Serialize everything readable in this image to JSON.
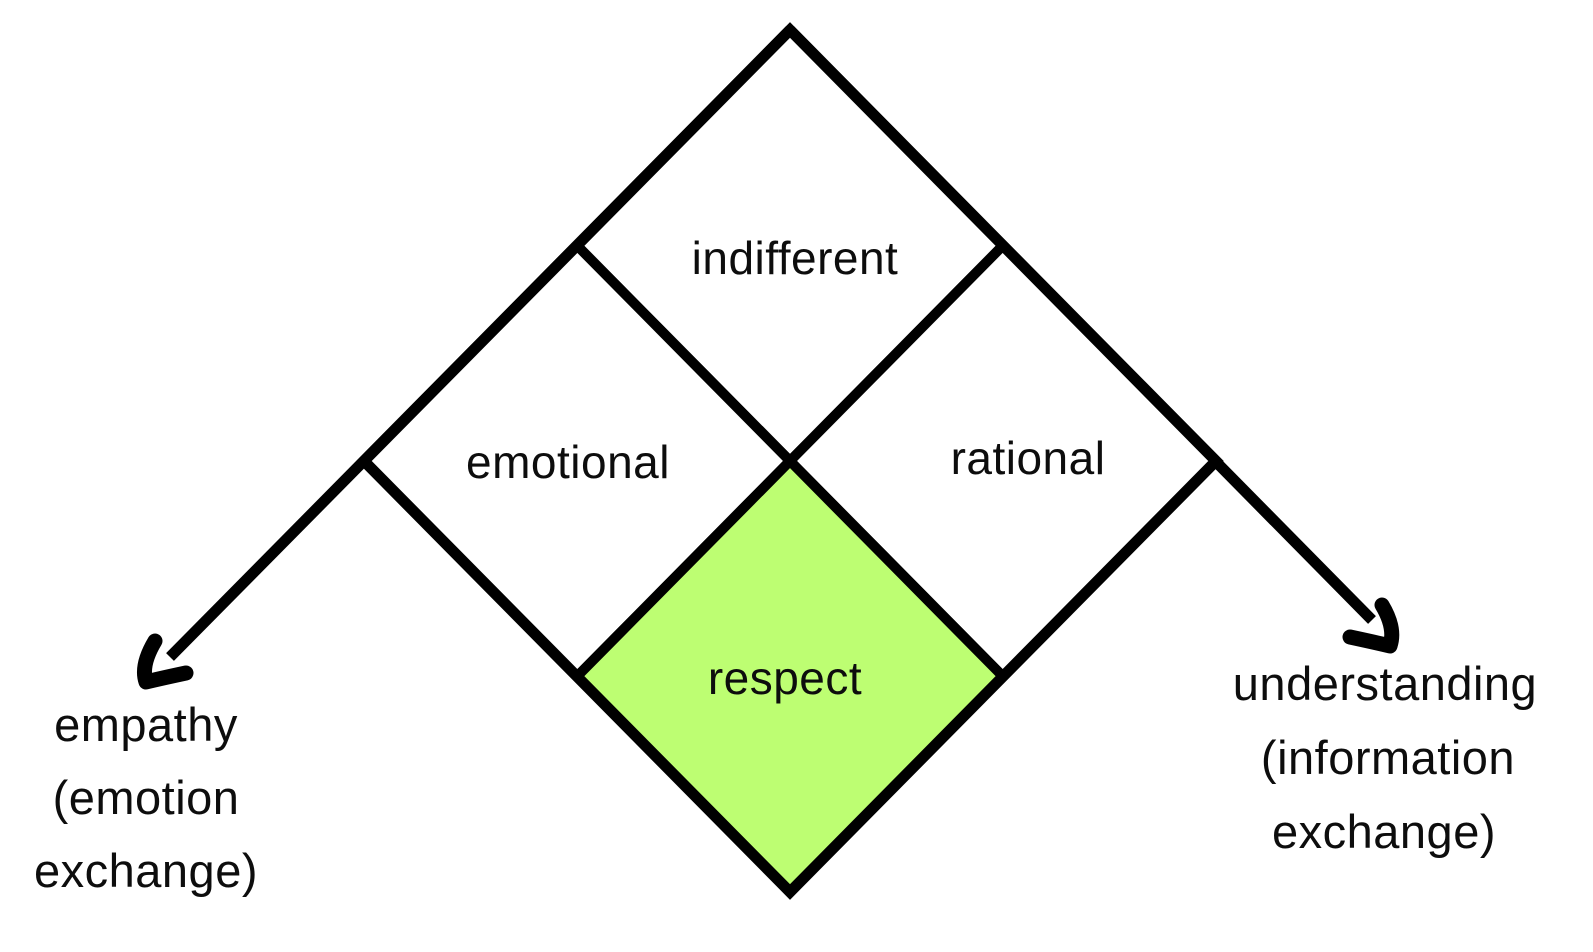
{
  "diagram": {
    "title": "relationship-modes-quadrant-matrix",
    "quadrants": {
      "top": {
        "label": "indifferent",
        "fill": "#ffffff"
      },
      "left": {
        "label": "emotional",
        "fill": "#ffffff"
      },
      "right": {
        "label": "rational",
        "fill": "#ffffff"
      },
      "bottom": {
        "label": "respect",
        "fill": "#bdfe72"
      }
    },
    "axis_left": {
      "lines": [
        "empathy",
        "(emotion",
        "exchange)"
      ]
    },
    "axis_right": {
      "lines": [
        "understanding",
        "(information",
        "exchange)"
      ]
    },
    "colors": {
      "line": "#000000",
      "highlight": "#bdfe72",
      "background": "#ffffff",
      "text": "#0d0d0d"
    }
  }
}
